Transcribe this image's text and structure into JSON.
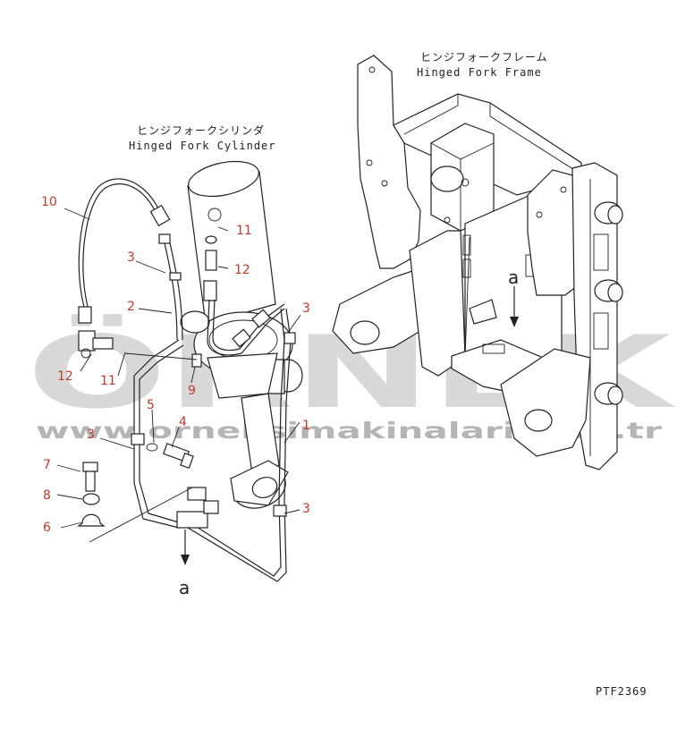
{
  "watermark": {
    "big_text": "ÖRNEK",
    "url_text": "www.orneksimakinalari.com.tr"
  },
  "labels": {
    "frame_jp": "ヒンジフォークフレーム",
    "frame_en": "Hinged Fork Frame",
    "cylinder_jp": "ヒンジフォークシリンダ",
    "cylinder_en": "Hinged Fork Cylinder",
    "ref_a_top": "a",
    "ref_a_bottom": "a",
    "drawing_code": "PTF2369"
  },
  "callouts": [
    {
      "id": "10",
      "text": "10"
    },
    {
      "id": "3a",
      "text": "3"
    },
    {
      "id": "2",
      "text": "2"
    },
    {
      "id": "12a",
      "text": "12"
    },
    {
      "id": "11a",
      "text": "11"
    },
    {
      "id": "11b",
      "text": "11"
    },
    {
      "id": "12b",
      "text": "12"
    },
    {
      "id": "3b",
      "text": "3"
    },
    {
      "id": "9",
      "text": "9"
    },
    {
      "id": "5",
      "text": "5"
    },
    {
      "id": "4",
      "text": "4"
    },
    {
      "id": "3c",
      "text": "3"
    },
    {
      "id": "1",
      "text": "1"
    },
    {
      "id": "7",
      "text": "7"
    },
    {
      "id": "8",
      "text": "8"
    },
    {
      "id": "6",
      "text": "6"
    },
    {
      "id": "3d",
      "text": "3"
    }
  ]
}
